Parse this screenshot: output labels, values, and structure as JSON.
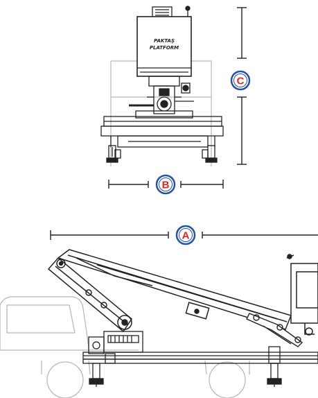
{
  "brand": {
    "line1": "PAKTAŞ",
    "line2": "PLATFORM"
  },
  "dimensions": {
    "height_label": "C",
    "width_label": "B",
    "length_label": "A"
  },
  "colors": {
    "badge_fill": "#2452a8",
    "badge_text": "#e0262a",
    "line": "#222222",
    "ghost_line": "#b8b8b8"
  }
}
